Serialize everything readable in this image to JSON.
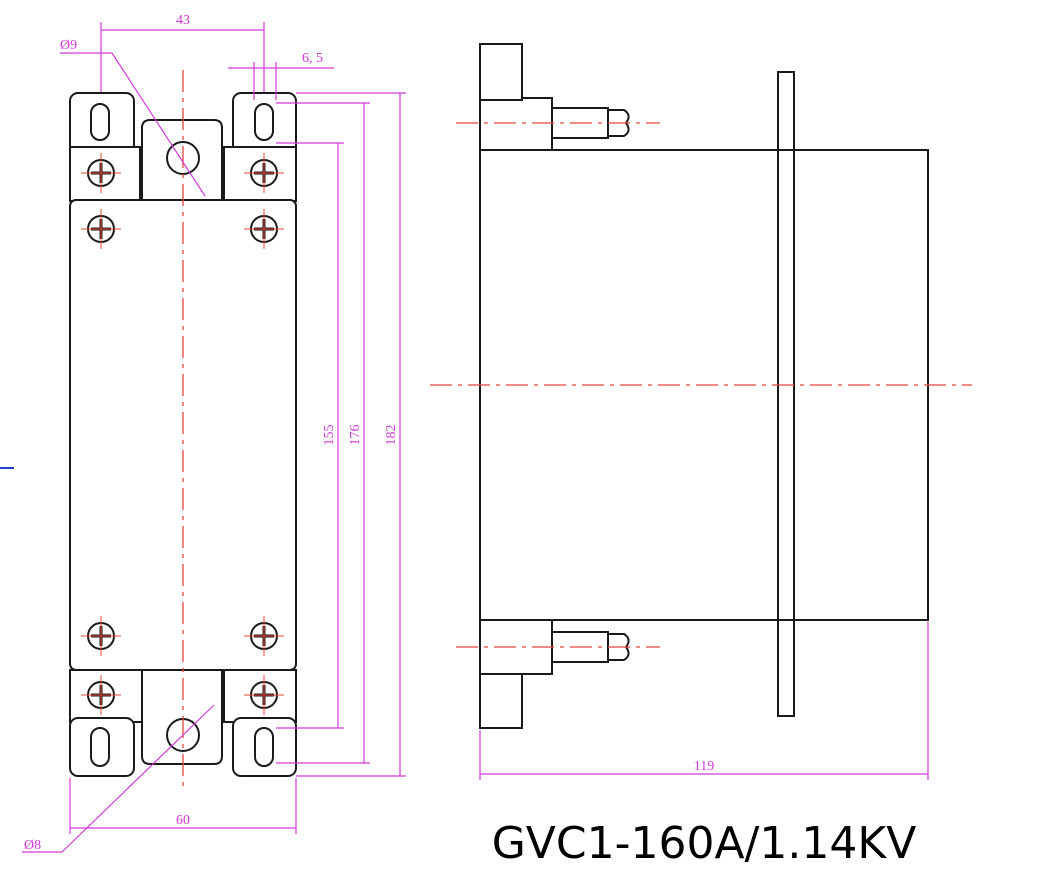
{
  "title": "GVC1-160A/1.14KV",
  "dimensions": {
    "d_hole_top": "Ø9",
    "d_hole_bottom": "Ø8",
    "width_top": "43",
    "slot_width": "6, 5",
    "width_bottom": "60",
    "h155": "155",
    "h176": "176",
    "h182": "182",
    "depth": "119"
  },
  "colors": {
    "outline": "#1a1a1a",
    "centerline": "#e8453c",
    "dimension": "#d23ad8",
    "marker": "#2a3fd8"
  },
  "screws": [
    {
      "name": "screw-top-left-upper"
    },
    {
      "name": "screw-top-right-upper"
    },
    {
      "name": "screw-top-left-lower"
    },
    {
      "name": "screw-top-right-lower"
    },
    {
      "name": "screw-bottom-left-upper"
    },
    {
      "name": "screw-bottom-right-upper"
    },
    {
      "name": "screw-bottom-left-lower"
    },
    {
      "name": "screw-bottom-right-lower"
    }
  ]
}
